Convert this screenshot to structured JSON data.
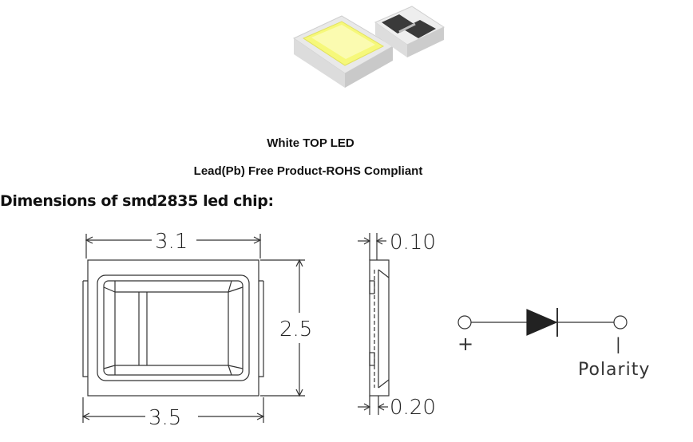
{
  "caption": {
    "line1": "White TOP LED",
    "line2": "Lead(Pb) Free Product-ROHS Compliant"
  },
  "heading": "Dimensions of smd2835 led chip:",
  "dimensions": {
    "top_width": "3.1",
    "bottom_width": "3.5",
    "height": "2.5",
    "side_top": "0.10",
    "side_bottom": "0.20"
  },
  "polarity": {
    "plus": "+",
    "minus": "|",
    "label": "Polarity"
  }
}
